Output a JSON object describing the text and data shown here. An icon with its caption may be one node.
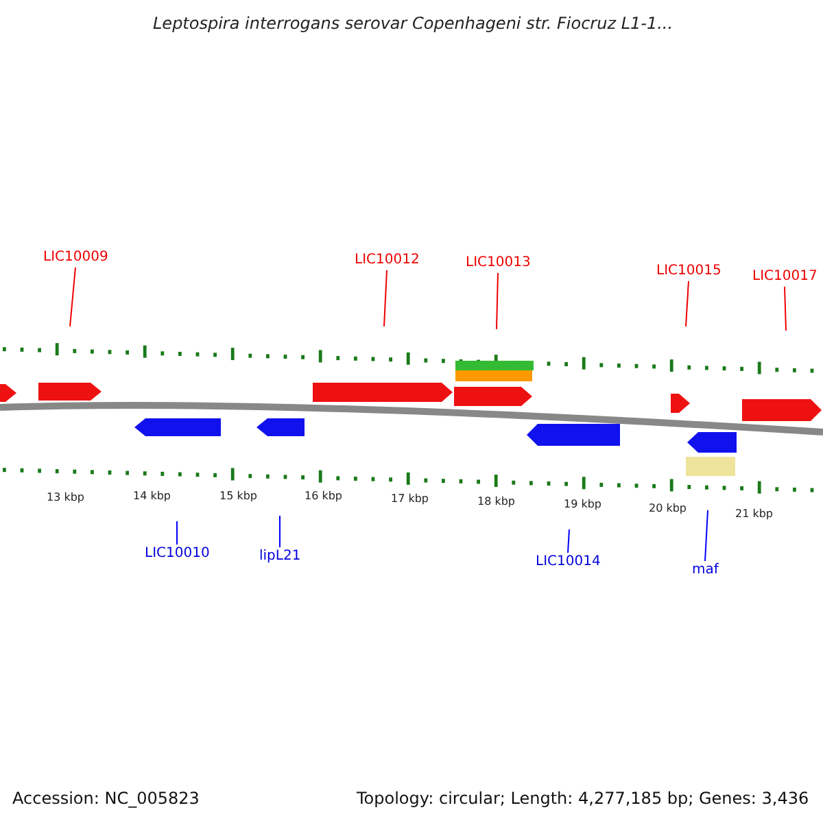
{
  "diagram": {
    "title": "Leptospira interrogans serovar Copenhageni str. Fiocruz L1-1...",
    "nodes": [
      {
        "text": [
          "LIC10009"
        ]
      },
      {
        "text": [
          "LIC10012"
        ]
      },
      {
        "text": [
          "LIC10013"
        ]
      },
      {
        "text": [
          "LIC10015"
        ]
      },
      {
        "text": [
          "LIC10017"
        ]
      },
      {
        "text": [
          "LIC10010"
        ]
      },
      {
        "text": [
          "lipL21"
        ]
      },
      {
        "text": [
          "LIC10014"
        ]
      },
      {
        "text": [
          "maf"
        ]
      }
    ],
    "edges": [
      {
        "from": 0,
        "to": null,
        "arrow": "none"
      },
      {
        "from": 1,
        "to": null,
        "arrow": "none"
      },
      {
        "from": 2,
        "to": null,
        "arrow": "none"
      },
      {
        "from": 3,
        "to": null,
        "arrow": "none"
      },
      {
        "from": 4,
        "to": null,
        "arrow": "none"
      },
      {
        "from": 5,
        "to": null,
        "arrow": "none",
        "color": "#0000ff"
      },
      {
        "from": 6,
        "to": null,
        "arrow": "none",
        "color": "#0000ff"
      },
      {
        "from": 7,
        "to": null,
        "arrow": "none",
        "color": "#0000ff"
      },
      {
        "from": 8,
        "to": null,
        "arrow": "none",
        "color": "#0000ff"
      }
    ],
    "labels": [
      "13 kbp",
      "14 kbp",
      "15 kbp",
      "16 kbp",
      "17 kbp",
      "18 kbp",
      "19 kbp",
      "20 kbp",
      "21 kbp",
      "Accession: NC_005823",
      "Topology: circular; Length: 4,277,185 bp; Genes: 3,436"
    ]
  }
}
